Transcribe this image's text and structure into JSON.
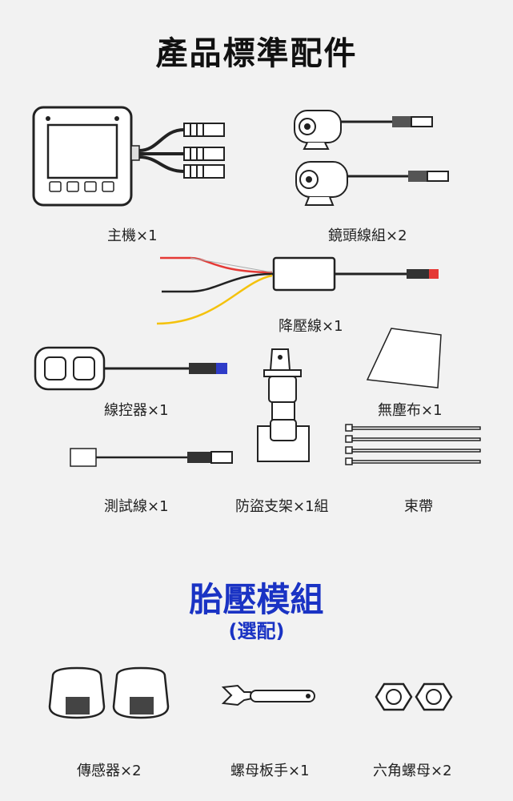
{
  "header": {
    "title": "產品標準配件"
  },
  "standard_items": [
    {
      "label": "主機×1"
    },
    {
      "label": "鏡頭線組×2"
    },
    {
      "label": "降壓線×1"
    },
    {
      "label": "線控器×1"
    },
    {
      "label": "無塵布×1"
    },
    {
      "label": "測試線×1"
    },
    {
      "label": "防盜支架×1組"
    },
    {
      "label": "束帶"
    }
  ],
  "optional_section": {
    "title": "胎壓模組",
    "note": "(選配)",
    "items": [
      {
        "label": "傳感器×2"
      },
      {
        "label": "螺母板手×1"
      },
      {
        "label": "六角螺母×2"
      }
    ]
  },
  "colors": {
    "accent": "#1a33c4",
    "red_wire": "#e53935",
    "yellow_wire": "#f4c20d",
    "blue_tip": "#2f3cc8",
    "red_tip": "#e53935"
  }
}
